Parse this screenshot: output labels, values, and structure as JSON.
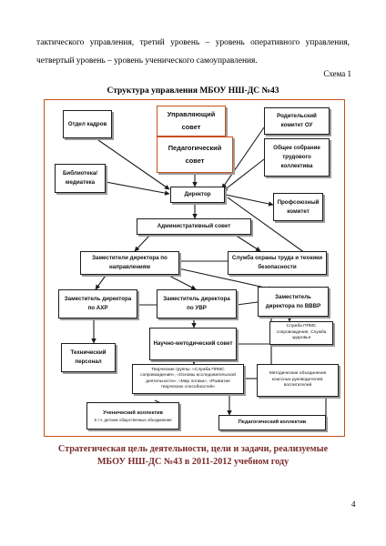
{
  "paragraph": {
    "line1": "тактического управления, третий уровень – уровень оперативного управления,",
    "line2": "четвертый уровень – уровень ученического самоуправления."
  },
  "scheme_label": "Схема 1",
  "chart_title": "Структура управления МБОУ НШ-ДС №43",
  "nodes": {
    "personnel_dept": "Отдел кадров",
    "managing_council": "Управляющий совет",
    "parents_committee": "Родительский комитет ОУ",
    "teachers_council": "Педагогический совет",
    "general_meeting": "Общее собрание трудового коллектива",
    "library": "Библиотека/ медиатека",
    "director": "Директор",
    "trade_union": "Профсоюзный комитет",
    "admin_council": "Административный совет",
    "deputy_directors": "Заместители директора по направлениям",
    "labor_safety": "Служба охраны труда и техники безопасности",
    "deputy_ahr": "Заместитель директора по АХР",
    "deputy_uvr": "Заместитель директора по УВР",
    "deputy_vvvr": "Заместитель директора по ВВВР",
    "methodical_council": "Научно-методический совет",
    "ppms_service": "Служба ППМС сопровождения, Служба здоровья",
    "technical_staff": "Технический персонал",
    "creative_groups": "Творческие группы: «Служба ППМС сопровождения», «Основы исследовательской деятельности», «Мир логики», «Развитие творческих способностей»",
    "methodical_associations": "Методические объединения классных руководителей, воспитателей",
    "student_collective": "Ученический коллектив",
    "student_collective_note": "в т.ч. детские общественные объединения",
    "teaching_collective": "Педагогический коллектив"
  },
  "footer_title": {
    "line1": "Стратегическая цель деятельности, цели и задачи, реализуемые",
    "line2": "МБОУ НШ-ДС №43 в 2011-2012 учебном году"
  },
  "page_number": "4",
  "colors": {
    "frame": "#c8501a",
    "footer_text": "#7a2b2b"
  }
}
